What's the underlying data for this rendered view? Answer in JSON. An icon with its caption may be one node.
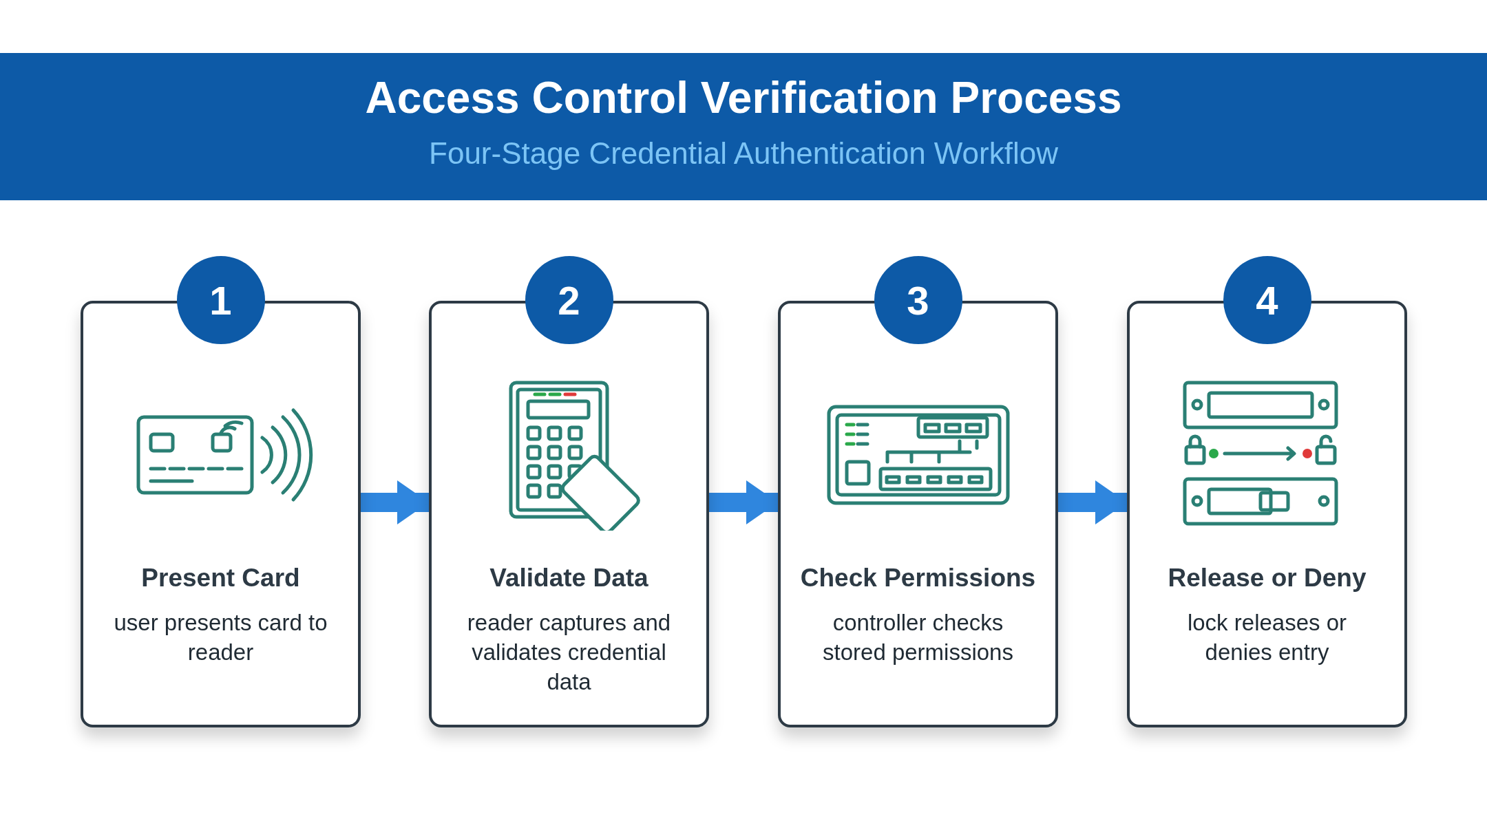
{
  "diagram": {
    "title": "Access Control Verification Process",
    "caption": "Four-Stage Credential Authentication Workflow",
    "nodes": [
      {
        "text": [
          "Present Card",
          "user presents card to reader"
        ]
      },
      {
        "text": [
          "1"
        ]
      },
      {
        "text": [
          "Validate Data",
          "reader captures and validates credential data"
        ]
      },
      {
        "text": [
          "2"
        ]
      },
      {
        "text": [
          "Check Permissions",
          "controller checks stored permissions"
        ]
      },
      {
        "text": [
          "3"
        ]
      },
      {
        "text": [
          "Release or Deny",
          "lock releases or denies entry"
        ]
      },
      {
        "text": [
          "4"
        ]
      }
    ],
    "edges": [
      {
        "from": 0,
        "to": 2,
        "arrow": "to"
      },
      {
        "from": 2,
        "to": 4,
        "arrow": "to"
      },
      {
        "from": 4,
        "to": 6,
        "arrow": "to"
      }
    ]
  }
}
